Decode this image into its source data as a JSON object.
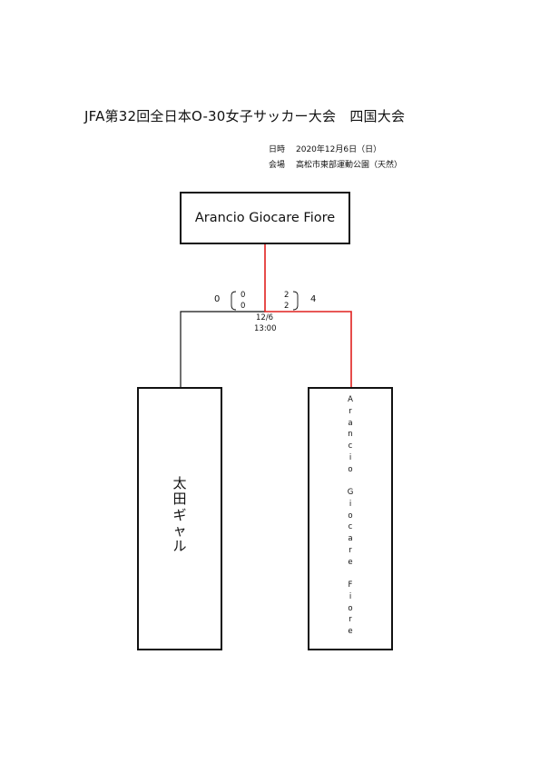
{
  "header": {
    "title": "JFA第32回全日本O-30女子サッカー大会　四国大会",
    "date_label": "日時",
    "date_value": "2020年12月6日（日）",
    "venue_label": "会場",
    "venue_value": "高松市東部運動公園（天然）"
  },
  "bracket": {
    "winner": "Arancio Giocare Fiore",
    "team_left": "太田ギャル",
    "team_right": "Arancio Giocare Fiore",
    "score_left_total": "0",
    "score_left_first_half": "0",
    "score_left_second_half": "0",
    "score_right_total": "4",
    "score_right_first_half": "2",
    "score_right_second_half": "2",
    "match_date": "12/6",
    "match_time": "13:00",
    "colors": {
      "win_line": "#e0201e",
      "line": "#111111"
    }
  }
}
